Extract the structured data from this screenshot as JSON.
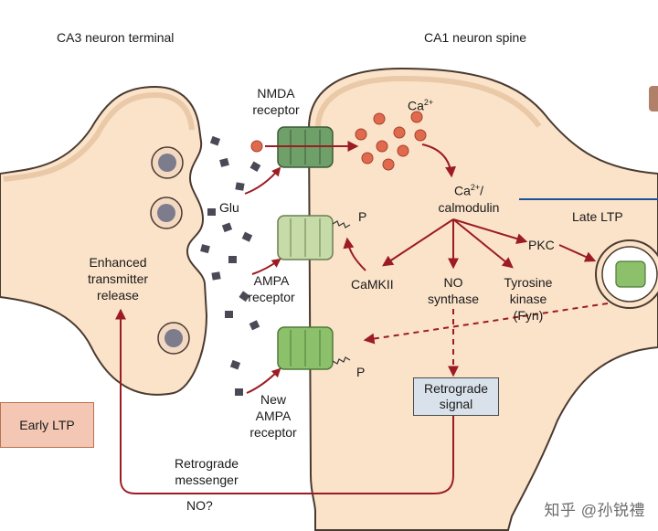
{
  "labels": {
    "ca3_title": "CA3 neuron terminal",
    "ca1_title": "CA1 neuron spine",
    "nmda_l1": "NMDA",
    "nmda_l2": "receptor",
    "ca_base": "Ca",
    "ca_sup": "2+",
    "calmod_base": "Ca",
    "calmod_sup": "2+",
    "calmod_l1_tail": "/",
    "calmod_l2": "calmodulin",
    "late_ltp": "Late LTP",
    "glu": "Glu",
    "p_ampa": "P",
    "p_new": "P",
    "pkc": "PKC",
    "camkii": "CaMKII",
    "no_syn_l1": "NO",
    "no_syn_l2": "synthase",
    "tyr_l1": "Tyrosine",
    "tyr_l2": "kinase",
    "tyr_l3": "(Fyn)",
    "ampa_l1": "AMPA",
    "ampa_l2": "receptor",
    "new_ampa_l1": "New",
    "new_ampa_l2": "AMPA",
    "new_ampa_l3": "receptor",
    "enh_l1": "Enhanced",
    "enh_l2": "transmitter",
    "enh_l3": "release",
    "early_ltp": "Early LTP",
    "retro_box_l1": "Retrograde",
    "retro_box_l2": "signal",
    "retro_msg_l1": "Retrograde",
    "retro_msg_l2": "messenger",
    "no_q": "NO?"
  },
  "watermark": "知乎 @孙锐禮",
  "colors": {
    "cell_fill": "#fbe3c9",
    "cell_stroke": "#4a3a30",
    "arrow": "#9b1c22",
    "calcium": "#e06a4e",
    "receptor_nmda": "#6fa06a",
    "receptor_ampa": "#c7dba8",
    "receptor_new": "#8dc06b",
    "glu": "#4a4a56",
    "late_ltp_line": "#1f4f9c"
  }
}
